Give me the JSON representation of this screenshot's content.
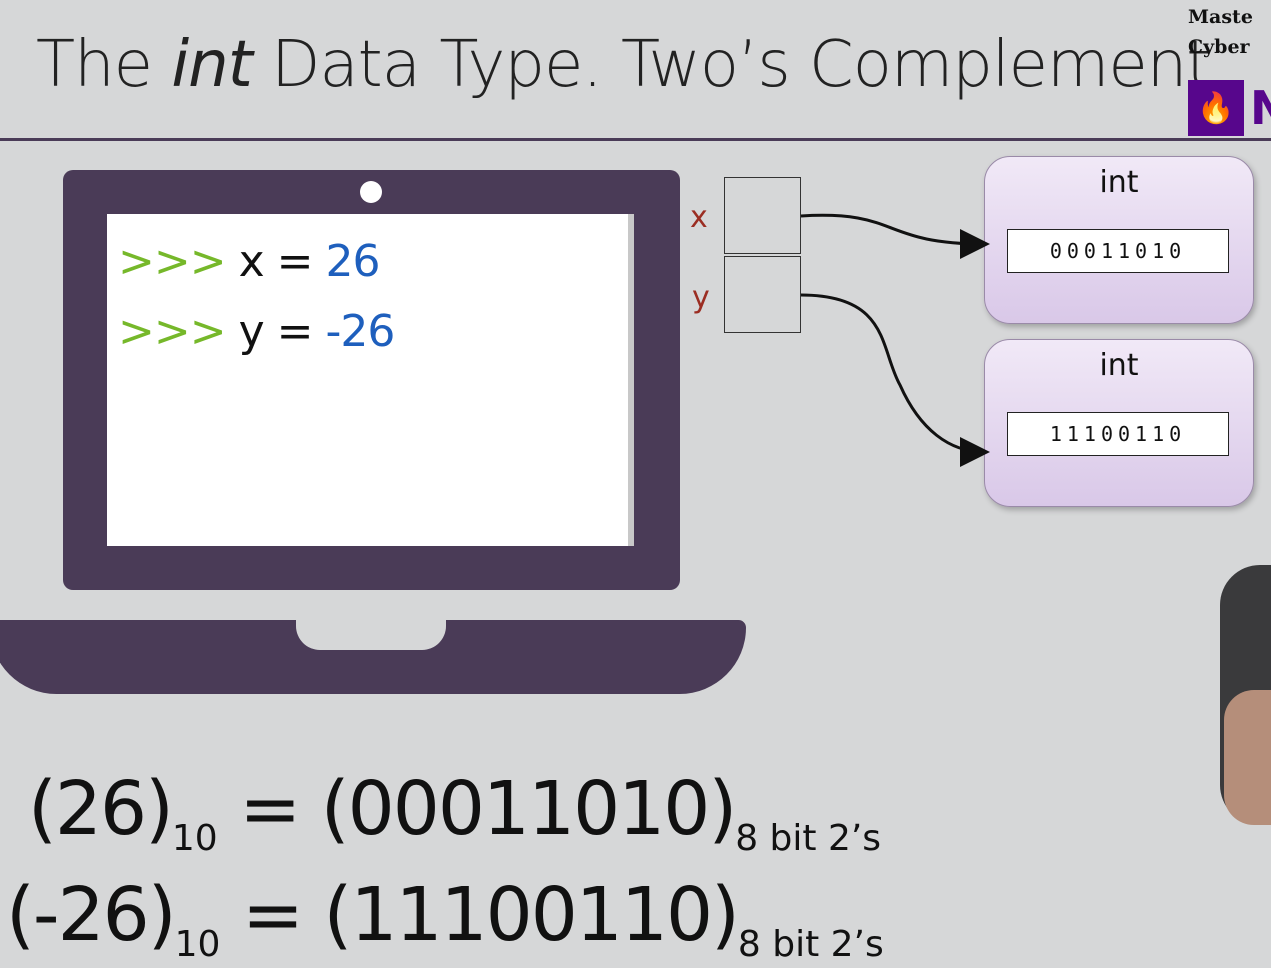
{
  "title": {
    "pre": "The ",
    "italic": "int",
    "post": " Data Type. Two’s Complement"
  },
  "brand": {
    "line1": "Maste",
    "line2": "Cyber",
    "logo_icon": "torch-icon",
    "logo_letter": "N"
  },
  "code": [
    {
      "prompt": ">>>",
      "var": "x =",
      "value": "26"
    },
    {
      "prompt": ">>>",
      "var": "y =",
      "value": "-26"
    }
  ],
  "variables": [
    {
      "label": "x"
    },
    {
      "label": "y"
    }
  ],
  "objects": [
    {
      "type": "int",
      "bits": "00011010"
    },
    {
      "type": "int",
      "bits": "11100110"
    }
  ],
  "equations": [
    {
      "lhs": "(26)",
      "lhs_sub": "10",
      "eq": "=",
      "rhs": "(00011010)",
      "rhs_sub": "8 bit 2’s"
    },
    {
      "lhs": "(-26)",
      "lhs_sub": "10",
      "eq": "=",
      "rhs": "(11100110)",
      "rhs_sub": "8 bit 2’s"
    }
  ],
  "colors": {
    "laptop": "#4a3b57",
    "prompt": "#76b82a",
    "number": "#1e5fbd",
    "var_label": "#9b2d22",
    "brand": "#57068c"
  }
}
